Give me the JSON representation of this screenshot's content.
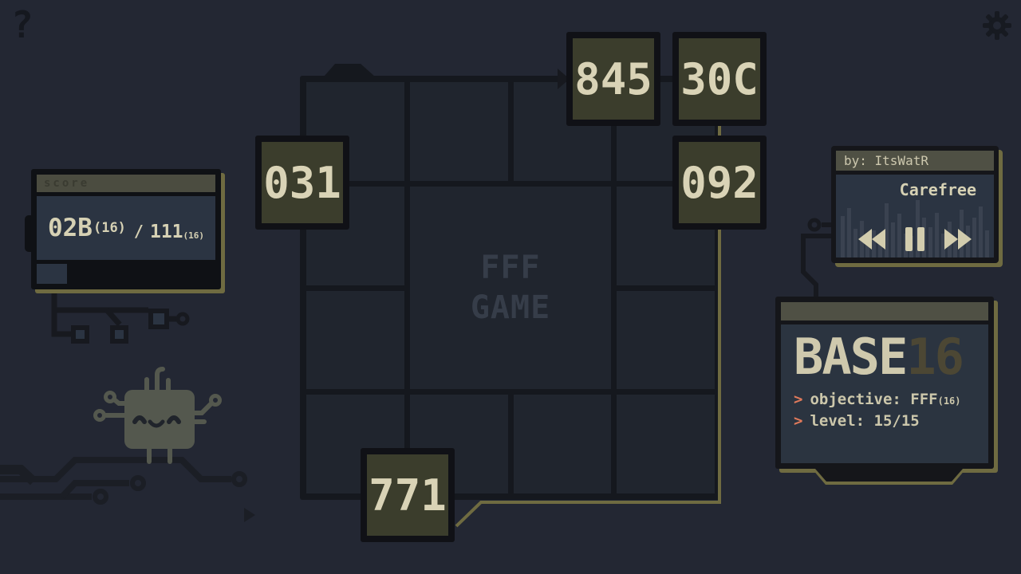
{
  "ui": {
    "help_label": "?",
    "icons": {
      "help": "question-mark",
      "settings": "gear",
      "rewind": "double-triangle-left",
      "pause": "double-bar",
      "forward": "double-triangle-right"
    }
  },
  "board": {
    "title_line1": "FFF",
    "title_line2": "GAME",
    "grid": "4x4 with merged 2x2 center"
  },
  "tiles": [
    {
      "value": "031"
    },
    {
      "value": "845"
    },
    {
      "value": "30C"
    },
    {
      "value": "092"
    },
    {
      "value": "771"
    }
  ],
  "score_panel": {
    "label": "score",
    "current_value": "02B",
    "current_base": "(16)",
    "separator": "/",
    "target_value": "111",
    "target_base": "(16)"
  },
  "music_player": {
    "author_label": "by: ItsWatR",
    "track_title": "Carefree",
    "equalizer_heights": [
      52,
      62,
      36,
      46,
      24,
      34,
      28,
      68,
      44,
      55,
      30,
      27,
      72,
      50,
      38,
      56,
      30,
      45,
      22,
      60,
      40,
      50,
      64,
      34
    ]
  },
  "objective_panel": {
    "title_main": "BASE",
    "title_suffix": "16",
    "objective_prompt": ">",
    "objective_text": "objective: FFF",
    "objective_base": "(16)",
    "level_prompt": ">",
    "level_text": "level: 15/15"
  },
  "colors": {
    "background": "#232733",
    "board_frame": "#15181e",
    "board_cell": "#20252e",
    "tile_fill": "#3b3d2c",
    "tile_text": "#d9d3b6",
    "panel_body": "#2b3442",
    "panel_header": "#4f5044",
    "accent_khaki": "#6f6b41",
    "accent_salmon": "#e07a5b",
    "cream_text": "#d6d1b4",
    "trace_dark": "#17191f",
    "mascot_gray": "#54584e"
  }
}
